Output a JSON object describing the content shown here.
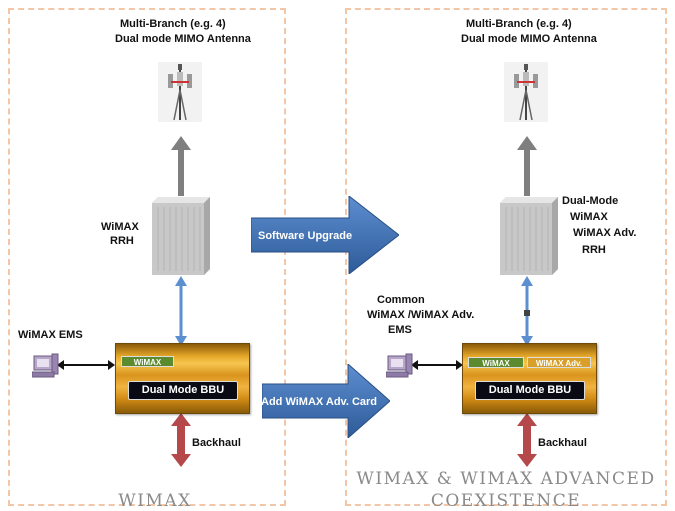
{
  "left": {
    "antenna_label_line1": "Multi-Branch (e.g. 4)",
    "antenna_label_line2": "Dual mode MIMO Antenna",
    "rrh_label_line1": "WiMAX",
    "rrh_label_line2": "RRH",
    "ems_label": "WiMAX EMS",
    "bbu_badge": "WiMAX",
    "bbu_label": "Dual Mode BBU",
    "backhaul_label": "Backhaul",
    "footer": "WiMAX"
  },
  "arrows": {
    "upgrade_label": "Software Upgrade",
    "card_label": "Add WiMAX Adv. Card"
  },
  "right": {
    "antenna_label_line1": "Multi-Branch (e.g. 4)",
    "antenna_label_line2": "Dual mode MIMO Antenna",
    "rrh_label_line1": "Dual-Mode",
    "rrh_label_line2": "WiMAX",
    "rrh_label_line3": "WiMAX Adv.",
    "rrh_label_line4": "RRH",
    "ems_label_line1": "Common",
    "ems_label_line2": "WiMAX /WiMAX Adv.",
    "ems_label_line3": "EMS",
    "bbu_badge1": "WiMAX",
    "bbu_badge2": "WiMAX Adv.",
    "bbu_label": "Dual Mode BBU",
    "backhaul_label": "Backhaul",
    "footer_line1": "WiMAX & WiMAX Advanced",
    "footer_line2": "Coexistence"
  },
  "colors": {
    "panel_border": "#f2c6a6",
    "arrow_blue": "#3c6fb4",
    "link_blue": "#5b8fd0",
    "backhaul_red": "#b5484a",
    "antenna_gray": "#7f7f7f"
  }
}
